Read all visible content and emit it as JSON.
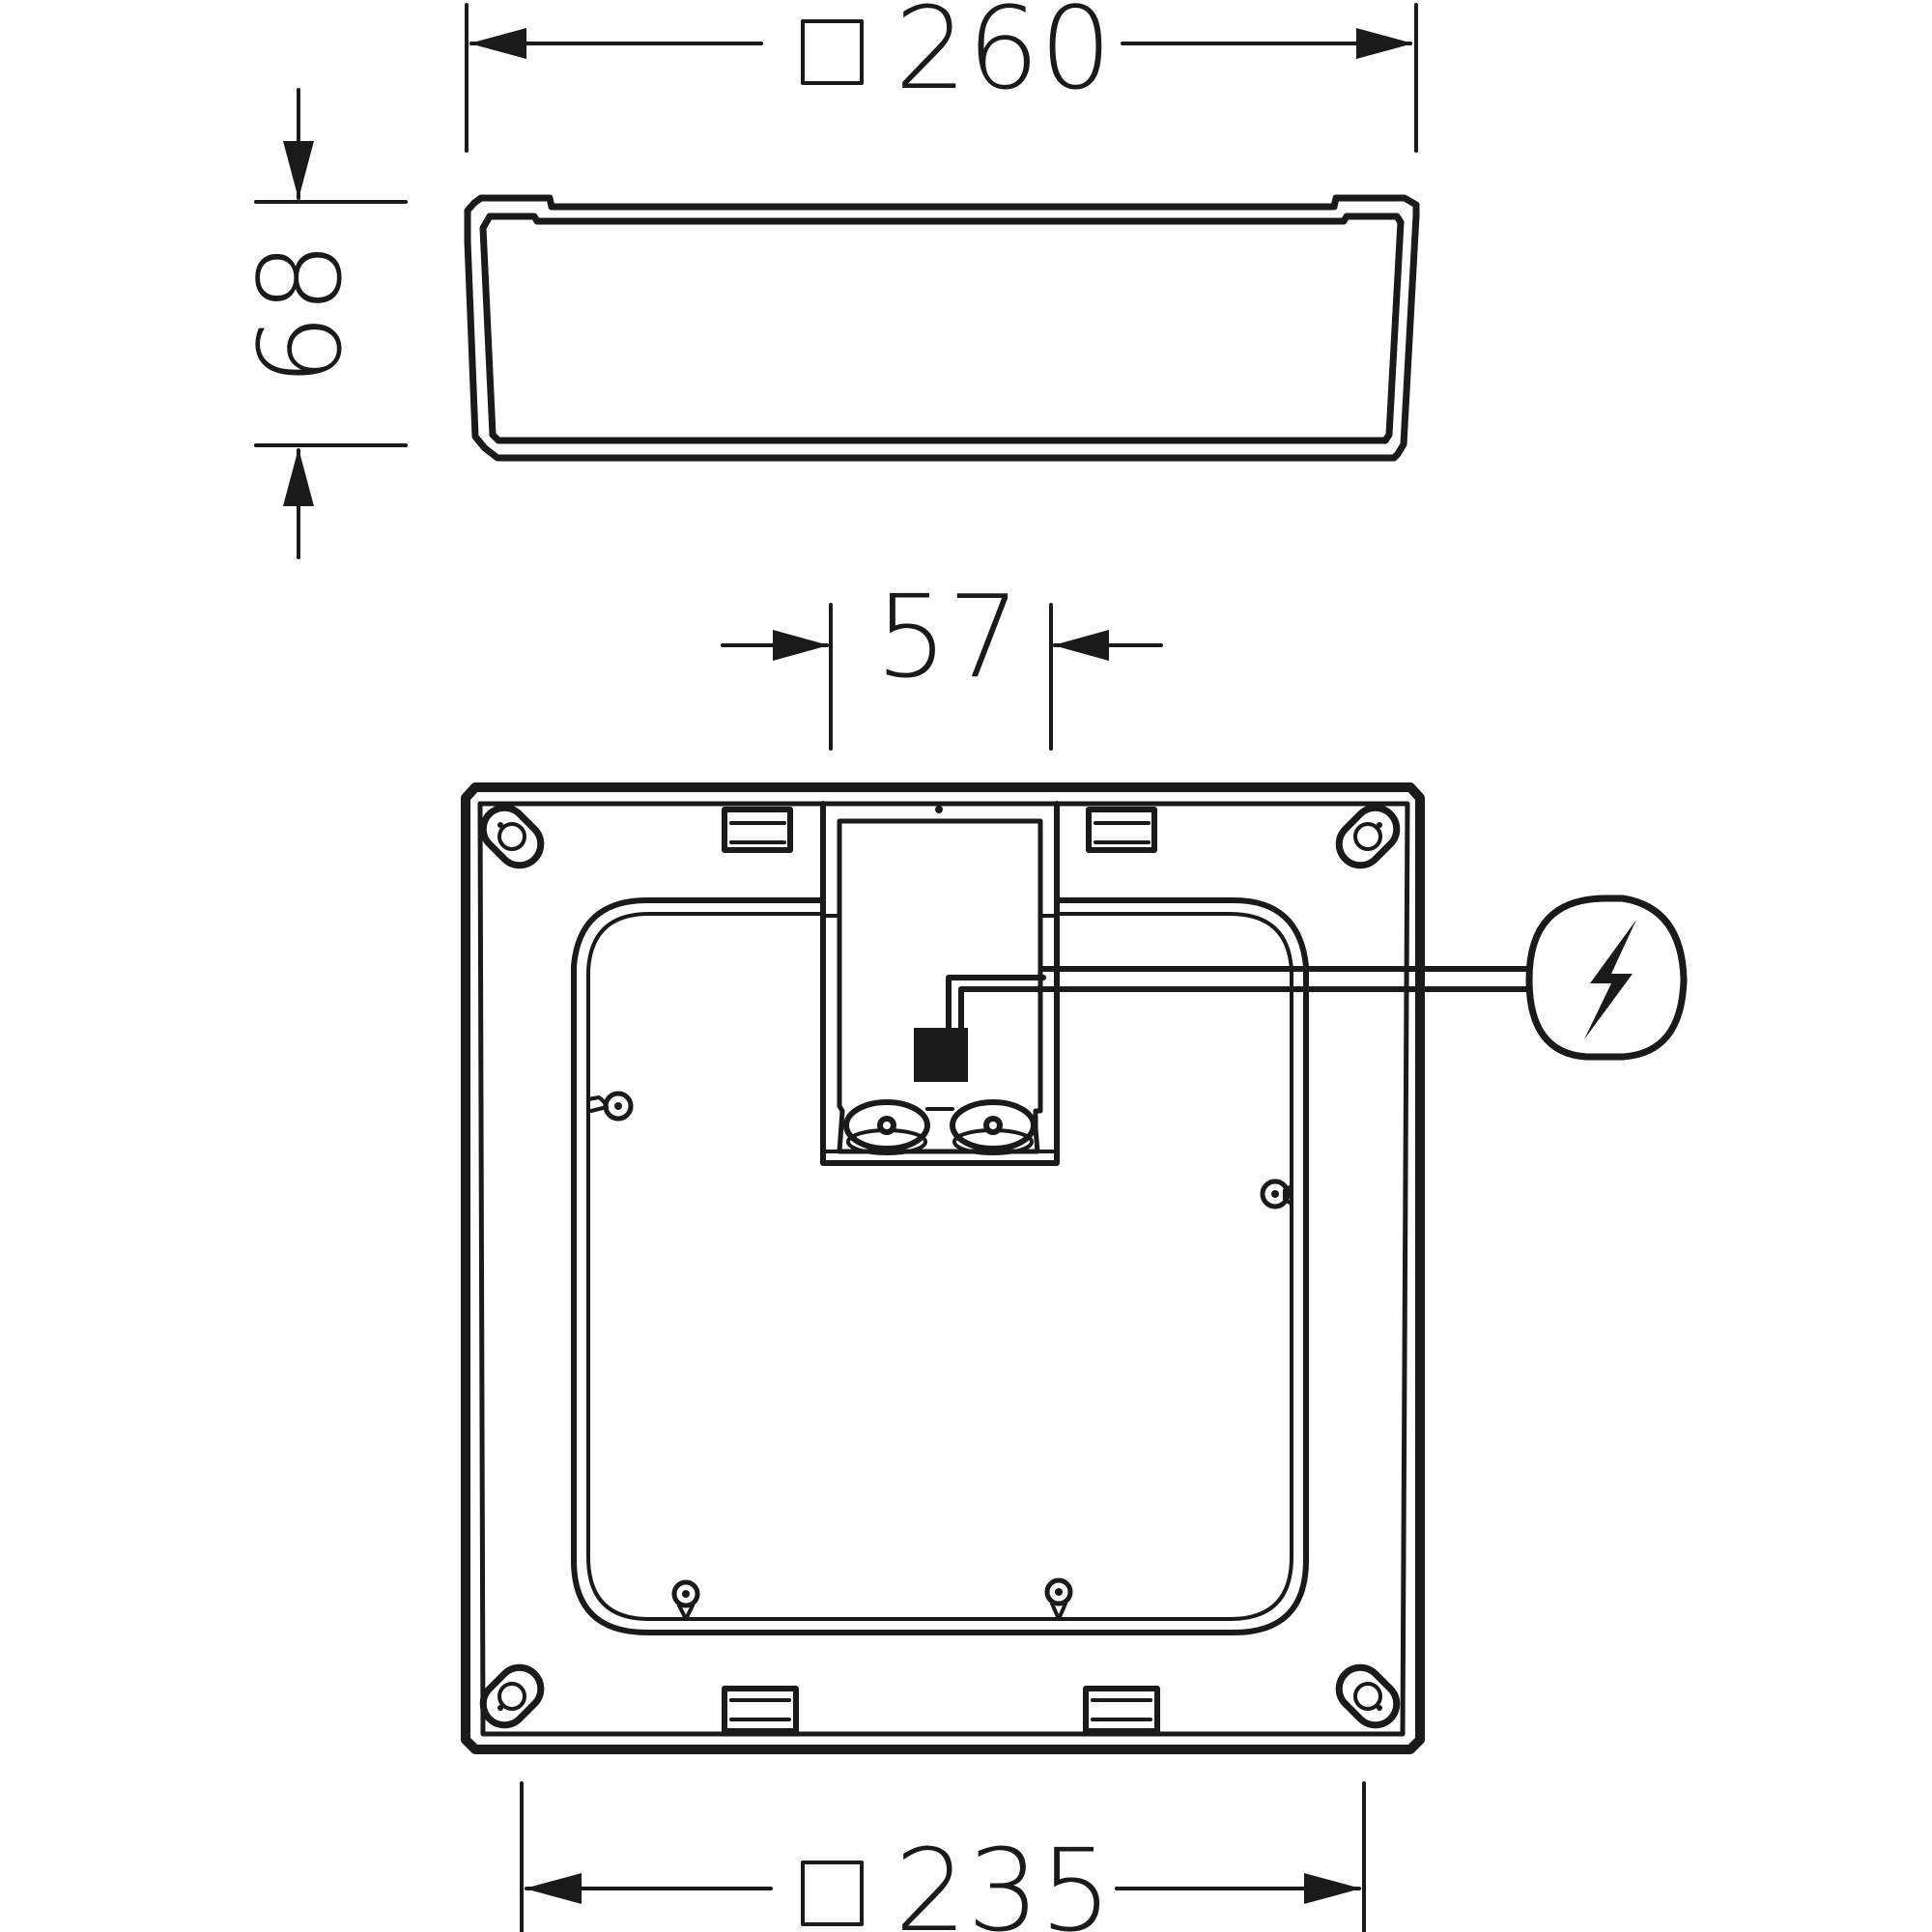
{
  "dimensions": {
    "top_width": "260",
    "height": "68",
    "center_width": "57",
    "bottom_width": "235"
  },
  "colors": {
    "line": "#1a1a1a",
    "background": "#ffffff"
  },
  "symbols": {
    "square_prefix": "square-symbol",
    "electrical": "lightning-bolt-icon"
  }
}
